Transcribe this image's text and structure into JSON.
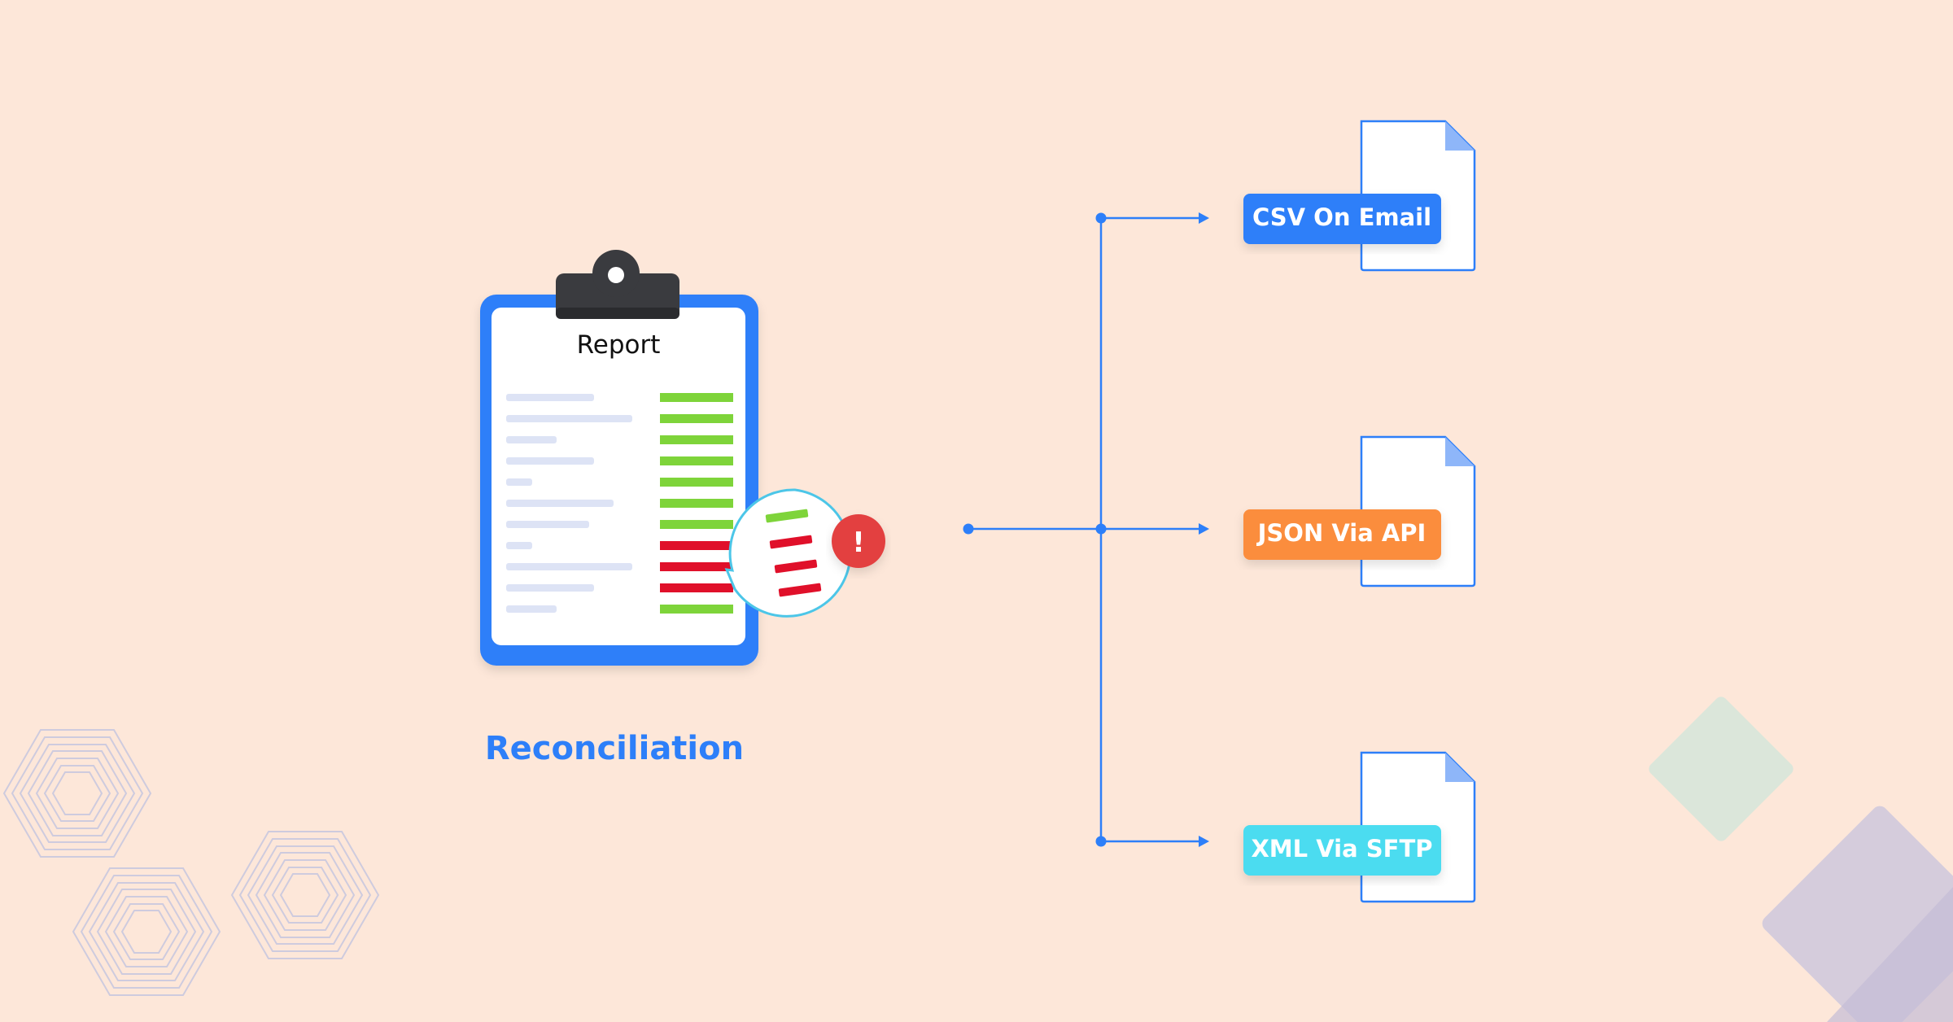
{
  "report": {
    "title": "Report",
    "label": "Reconciliation",
    "alert_symbol": "!"
  },
  "outputs": [
    {
      "label": "CSV On Email",
      "color": "#2d7ff9"
    },
    {
      "label": "JSON Via API",
      "color": "#fb8d3e"
    },
    {
      "label": "XML Via SFTP",
      "color": "#4cdcf0"
    }
  ],
  "colors": {
    "background": "#fde7d9",
    "accent_blue": "#2d7ff9",
    "ok_green": "#7ed43a",
    "error_red": "#e0102a",
    "alert_red": "#e33f3f",
    "clip_dark": "#3a3b3f"
  }
}
